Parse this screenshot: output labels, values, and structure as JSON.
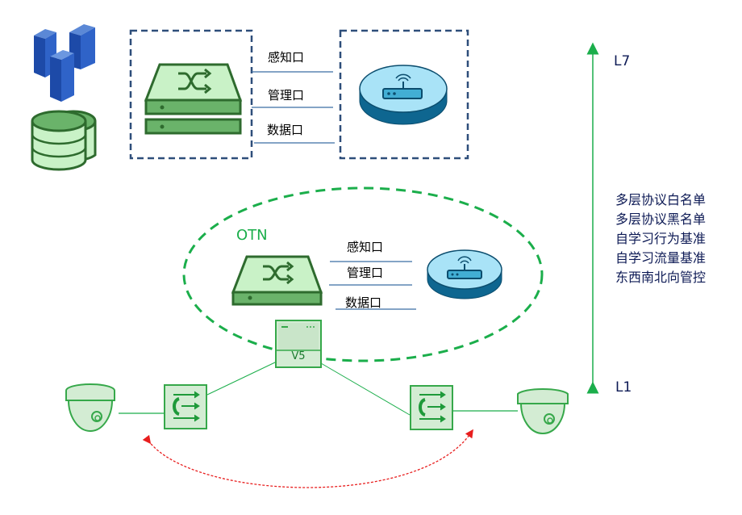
{
  "top_group": {
    "ports": [
      "感知口",
      "管理口",
      "数据口"
    ]
  },
  "otn_group": {
    "label": "OTN",
    "ports": [
      "感知口",
      "管理口",
      "数据口"
    ]
  },
  "v5_device": {
    "label": "V5"
  },
  "layer_axis": {
    "top": "L7",
    "bottom": "L1"
  },
  "rules": [
    "多层协议白名单",
    "多层协议黑名单",
    "自学习行为基准",
    "自学习流量基准",
    "东西南北向管控"
  ],
  "colors": {
    "green_dark": "#2e6b2e",
    "green_fill": "#c9f2c7",
    "green_mid": "#6ab36a",
    "dashed_box": "#2e4e7a",
    "otn_ellipse": "#1bae4b",
    "router_top": "#a9e3f7",
    "router_side": "#0e6690",
    "red_arrow": "#e81e1e",
    "text_blue": "#0d1a55"
  }
}
